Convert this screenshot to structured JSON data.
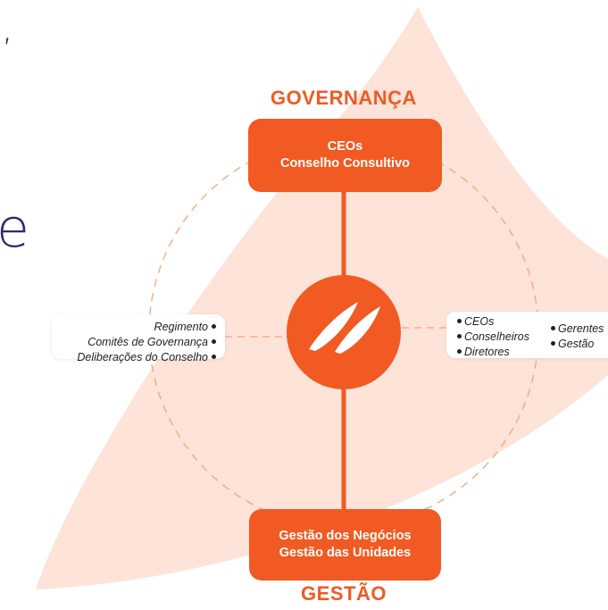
{
  "top_title": "GOVERNANÇA",
  "bottom_title": "GESTÃO",
  "top_box": {
    "lines": [
      "CEOs",
      "Conselho Consultivo"
    ]
  },
  "bottom_box": {
    "lines": [
      "Gestão dos Negócios",
      "Gestão das Unidades"
    ]
  },
  "left_list": [
    "Regimento",
    "Comitês de Governança",
    "Deliberações do Conselho"
  ],
  "right_list_1": [
    "CEOs",
    "Conselheiros",
    "Diretores"
  ],
  "right_list_2": [
    "Gerentes",
    "Gestão"
  ],
  "edge_text": {
    "comma": ",",
    "letter": "e"
  },
  "colors": {
    "accent": "#f15a22",
    "background_shape": "#fde3d8",
    "edge_text": "#2e2a72"
  },
  "center_icon": "brand-logo-icon"
}
